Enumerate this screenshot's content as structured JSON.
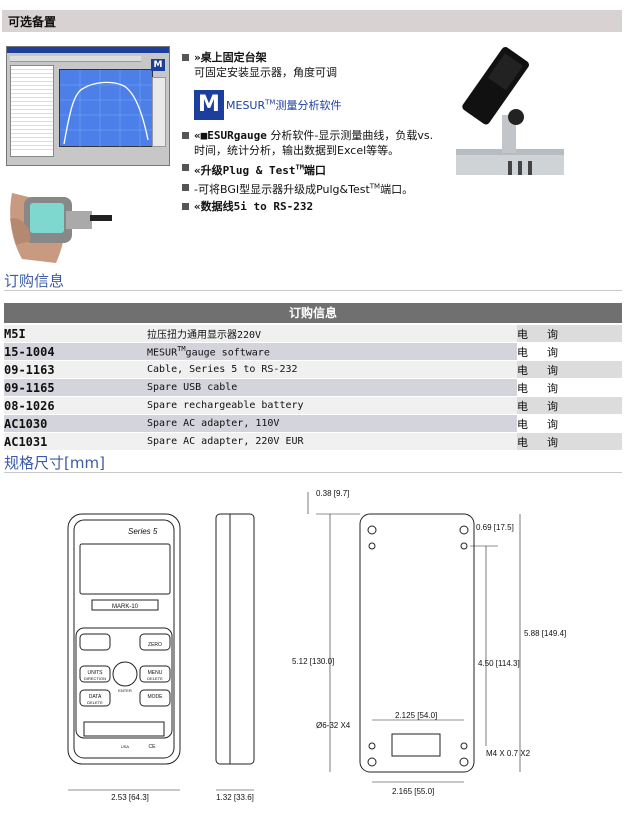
{
  "section_optional": {
    "title": "可选备置"
  },
  "features": [
    {
      "title": "»桌上固定台架",
      "desc": "可固定安装显示器，角度可调"
    },
    {
      "title": "«■ESURgauge",
      "desc": "分析软件-显示测量曲线，负载vs.时间，统计分析，输出数据到Excel等等。"
    },
    {
      "title": "«升级Plug & Test",
      "tm": "TM",
      "title2": "端口",
      "desc": "-可将BGI型显示器升级成Pulg&Test",
      "desc_tm": "TM",
      "desc2": "端口。"
    },
    {
      "title": "«数据线5i to RS-232"
    }
  ],
  "mesur_logo": {
    "letter": "M",
    "text": "MESUR",
    "tm": "TM",
    "text2": "测量分析软件"
  },
  "sections": {
    "order": "订购信息",
    "dims": "规格尺寸[mm]"
  },
  "order_table": {
    "header": "订购信息",
    "price_left": "电",
    "price_right": "询",
    "rows": [
      {
        "pn": "M5I",
        "desc": "拉压扭力通用显示器220V"
      },
      {
        "pn": "15-1004",
        "desc": "MESUR",
        "tm": "TM",
        "desc2": "gauge software"
      },
      {
        "pn": "09-1163",
        "desc": "Cable, Series 5 to RS-232"
      },
      {
        "pn": "09-1165",
        "desc": "Spare USB cable"
      },
      {
        "pn": "08-1026",
        "desc": "Spare rechargeable battery"
      },
      {
        "pn": "AC1030",
        "desc": "Spare AC adapter, 110V"
      },
      {
        "pn": "AC1031",
        "desc": "Spare AC adapter, 220V EUR"
      }
    ]
  },
  "drawing": {
    "series_label": "Series 5",
    "brand": "MARK-10",
    "btn_zero": "ZERO",
    "btn_units": "UNITS",
    "btn_units_sub": "DIRECTION",
    "btn_menu": "MENU",
    "btn_menu_sub": "DELETE",
    "btn_enter": "ENTER",
    "btn_data": "DATA",
    "btn_data_sub": "DELETE",
    "btn_mode": "MODE",
    "usa": "USA",
    "ce": "CE",
    "dim_width": "2.53 [64.3]",
    "dim_depth": "1.32 [33.6]",
    "dim_top_offset": "0.38 [9.7]",
    "dim_hole_offset": "0.69 [17.5]",
    "dim_height_total": "5.88 [149.4]",
    "dim_height": "5.12 [130.0]",
    "dim_hole_span": "4.50 [114.3]",
    "dim_thread_a": "Ø6-32 X4",
    "dim_hole_w": "2.125 [54.0]",
    "dim_thread_b": "M4 X 0.7 X2",
    "dim_back_w": "2.165 [55.0]"
  }
}
